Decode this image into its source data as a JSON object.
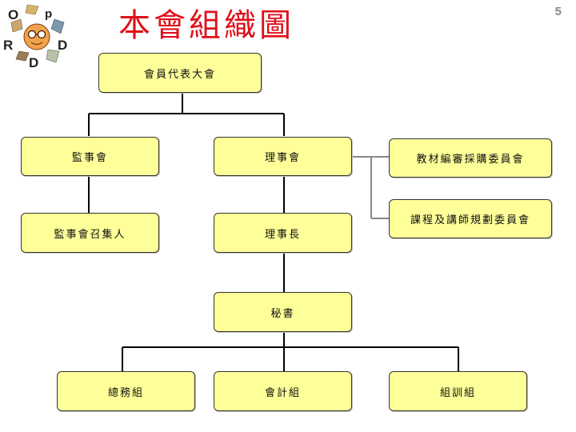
{
  "slide": {
    "title": "本會組織圖",
    "page_number": "5"
  },
  "logo": {
    "letters": [
      "O",
      "p",
      "R",
      "D",
      "D"
    ]
  },
  "org_chart": {
    "assembly": "會員代表大會",
    "supervisors_board": "監事會",
    "directors_board": "理事會",
    "materials_committee": "教材編審採購委員會",
    "curriculum_committee": "課程及講師規劃委員會",
    "supervisor_convener": "監事會召集人",
    "chairman": "理事長",
    "secretary": "秘書",
    "general_affairs": "總務組",
    "accounting": "會計組",
    "training": "組訓組"
  },
  "colors": {
    "title": "#e0101a",
    "node_fill": "#ffff99",
    "node_border": "#333333",
    "connector": "#000000",
    "side_connector": "#888888"
  }
}
